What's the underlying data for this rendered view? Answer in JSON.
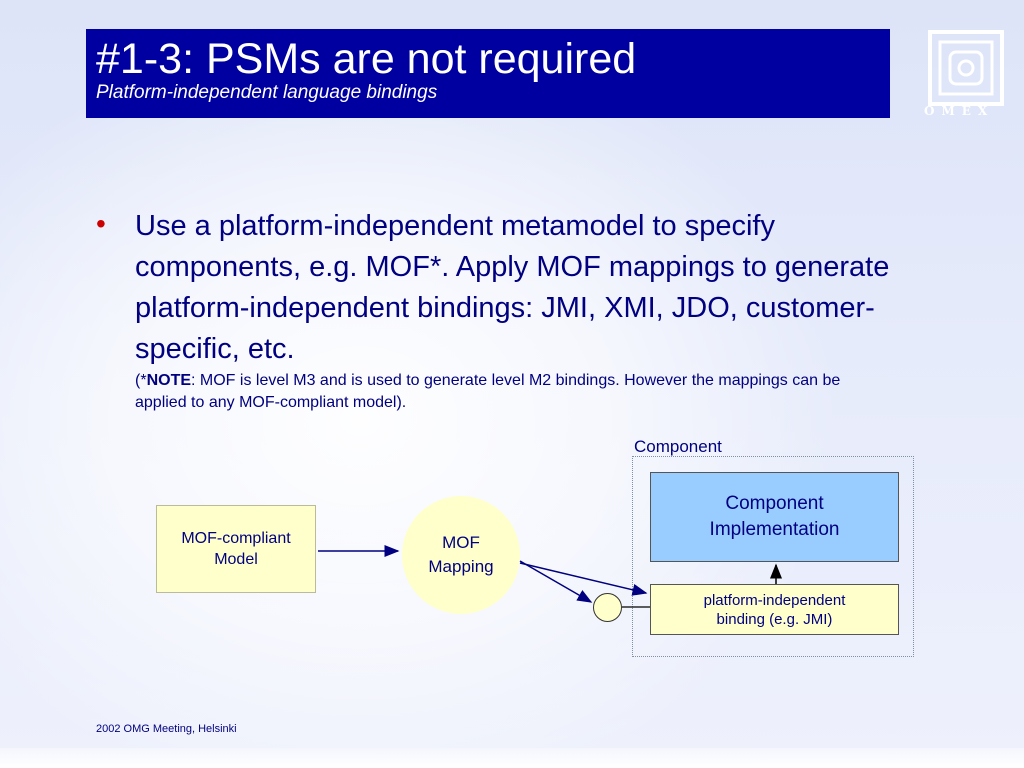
{
  "slide": {
    "title": "#1-3: PSMs are not required",
    "subtitle": "Platform-independent language bindings",
    "logo_text": "OMEX",
    "bullet": {
      "text": "Use a platform-independent metamodel to specify components, e.g. MOF*. Apply MOF mappings to generate platform-independent bindings: JMI, XMI, JDO, customer-specific, etc."
    },
    "note": {
      "prefix": "(*",
      "label": "NOTE",
      "text": ": MOF is level M3 and is used to generate level M2 bindings. However the mappings can be applied to any MOF-compliant model)."
    },
    "diagram": {
      "component_label": "Component",
      "mof_model_line1": "MOF-compliant",
      "mof_model_line2": "Model",
      "mapping_line1": "MOF",
      "mapping_line2": "Mapping",
      "impl_line1": "Component",
      "impl_line2": "Implementation",
      "binding_line1": "platform-independent",
      "binding_line2": "binding (e.g. JMI)"
    },
    "footer": "2002 OMG Meeting, Helsinki"
  },
  "colors": {
    "title_bg": "#0000a0",
    "text": "#000080",
    "bullet": "#cc0000",
    "box_yellow": "#ffffcc",
    "box_blue": "#99ccff"
  }
}
